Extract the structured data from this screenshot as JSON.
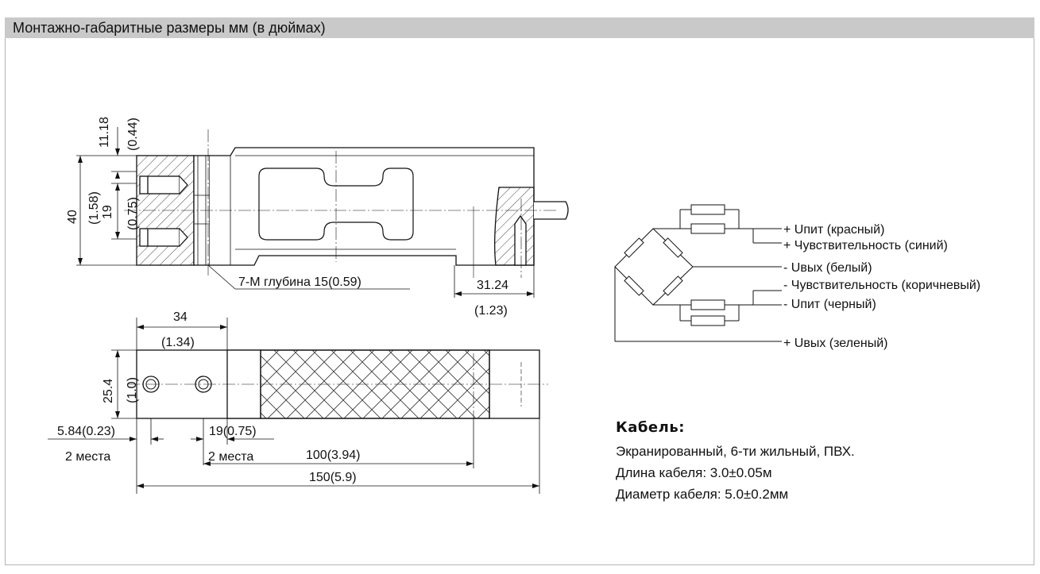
{
  "header": {
    "title": "Монтажно-габаритные размеры мм (в дюймах)"
  },
  "drawing": {
    "dims": {
      "d_11_18": "11.18",
      "d_0_44": "(0.44)",
      "d_40": "40",
      "d_1_58": "(1.58)",
      "d_19": "19",
      "d_0_75": "(0.75)",
      "thread_note": "7-M глубина 15(0.59)",
      "d_31_24": "31.24",
      "d_1_23": "(1.23)",
      "d_34": "34",
      "d_1_34": "(1.34)",
      "d_25_4": "25.4",
      "d_1_0": "(1.0)",
      "d_5_84": "5.84(0.23)",
      "places_left": "2 места",
      "d_19_075": "19(0.75)",
      "places_mid": "2 места",
      "d_100": "100(3.94)",
      "d_150": "150(5.9)"
    }
  },
  "wiring": {
    "labels": [
      "+ Uпит (красный)",
      "+ Чувствительность (синий)",
      "- Uвых (белый)",
      "- Чувствительность (коричневый)",
      "- Uпит (черный)",
      "+ Uвых (зеленый)"
    ]
  },
  "cable": {
    "title": "Кабель:",
    "lines": [
      "Экранированный, 6-ти жильный, ПВХ.",
      "Длина кабеля: 3.0±0.05м",
      "Диаметр кабеля:  5.0±0.2мм"
    ]
  }
}
